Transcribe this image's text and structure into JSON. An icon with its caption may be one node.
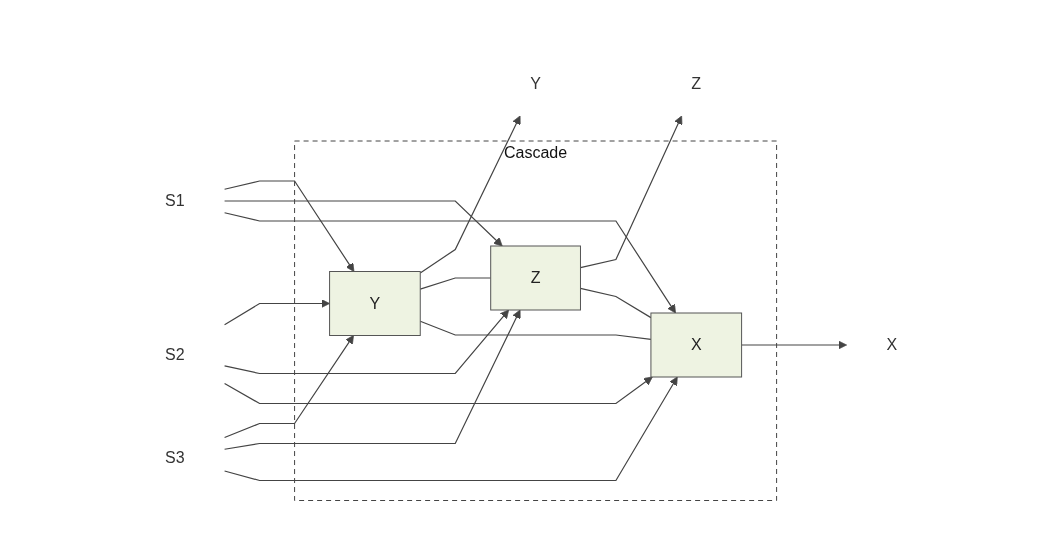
{
  "diagram": {
    "nodes": [
      {
        "text": [
          "S1"
        ]
      },
      {
        "text": [
          "S2"
        ]
      },
      {
        "text": [
          "S3"
        ]
      },
      {
        "text": [
          "Cascade"
        ]
      },
      {
        "text": [
          "Y"
        ],
        "in": 3
      },
      {
        "text": [
          "Z"
        ],
        "in": 3
      },
      {
        "text": [
          "X"
        ],
        "in": 3
      },
      {
        "text": [
          "Y"
        ]
      },
      {
        "text": [
          "Z"
        ]
      },
      {
        "text": [
          "X"
        ]
      }
    ],
    "edges": [
      {
        "from": 0,
        "to": 4,
        "arrow": "to"
      },
      {
        "from": 1,
        "to": 4,
        "arrow": "to"
      },
      {
        "from": 2,
        "to": 4,
        "arrow": "to"
      },
      {
        "from": 4,
        "to": 7,
        "arrow": "to"
      },
      {
        "from": 4,
        "to": 5,
        "arrow": "none"
      },
      {
        "from": 0,
        "to": 5,
        "arrow": "to"
      },
      {
        "from": 1,
        "to": 5,
        "arrow": "to"
      },
      {
        "from": 2,
        "to": 5,
        "arrow": "to"
      },
      {
        "from": 5,
        "to": 8,
        "arrow": "to"
      },
      {
        "from": 5,
        "to": 6,
        "arrow": "none"
      },
      {
        "from": 4,
        "to": 6,
        "arrow": "none"
      },
      {
        "from": 0,
        "to": 6,
        "arrow": "to"
      },
      {
        "from": 1,
        "to": 6,
        "arrow": "to"
      },
      {
        "from": 2,
        "to": 6,
        "arrow": "to"
      },
      {
        "from": 6,
        "to": 9,
        "arrow": "to"
      }
    ]
  }
}
